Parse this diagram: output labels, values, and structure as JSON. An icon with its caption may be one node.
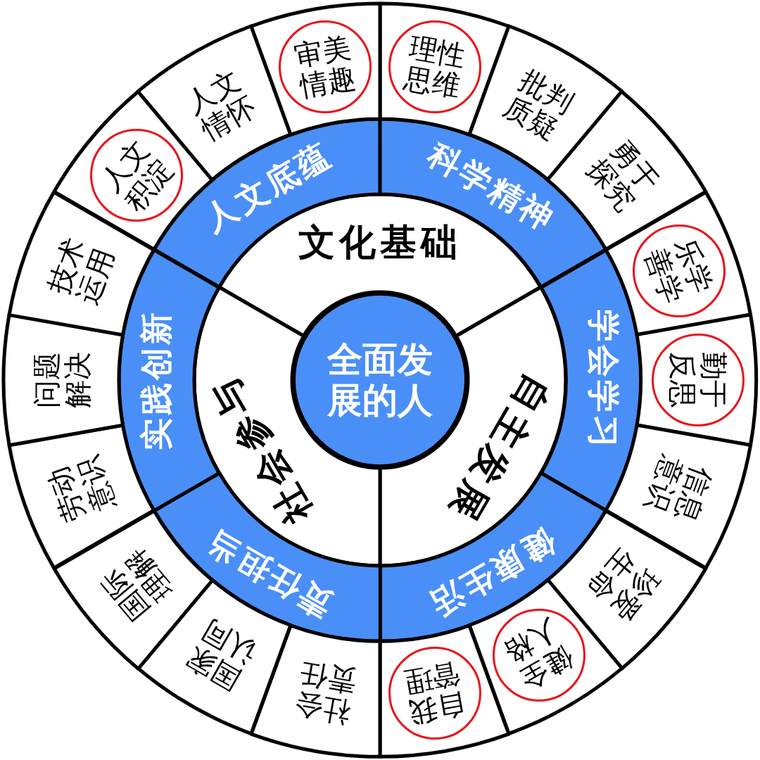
{
  "diagram": {
    "nodes": [
      {
        "text": [
          "全面发展的人"
        ]
      },
      {
        "text": [
          "文化基础"
        ]
      },
      {
        "text": [
          "自主发展"
        ]
      },
      {
        "text": [
          "社会参与"
        ]
      },
      {
        "text": [
          "人文底蕴"
        ]
      },
      {
        "text": [
          "科学精神"
        ]
      },
      {
        "text": [
          "学会学习"
        ]
      },
      {
        "text": [
          "健康生活"
        ]
      },
      {
        "text": [
          "责任担当"
        ]
      },
      {
        "text": [
          "实践创新"
        ]
      },
      {
        "text": [],
        "shape": "sector"
      },
      {
        "text": [
          "理性思维"
        ],
        "in": 10
      },
      {
        "text": [
          "批判质疑"
        ]
      },
      {
        "text": [
          "勇于探究"
        ]
      },
      {
        "text": [],
        "shape": "sector"
      },
      {
        "text": [
          "乐学善学"
        ],
        "in": 14
      },
      {
        "text": [],
        "shape": "sector"
      },
      {
        "text": [
          "勤于反思"
        ],
        "in": 16
      },
      {
        "text": [
          "信息意识"
        ]
      },
      {
        "text": [
          "珍爱生命"
        ]
      },
      {
        "text": [],
        "shape": "sector"
      },
      {
        "text": [
          "健全人格"
        ],
        "in": 20
      },
      {
        "text": [],
        "shape": "sector"
      },
      {
        "text": [
          "自我管理"
        ],
        "in": 22
      },
      {
        "text": [
          "社会责任"
        ]
      },
      {
        "text": [
          "国家认同"
        ]
      },
      {
        "text": [
          "国际理解"
        ]
      },
      {
        "text": [
          "劳动意识"
        ]
      },
      {
        "text": [
          "问题解决"
        ]
      },
      {
        "text": [
          "技术运用"
        ]
      },
      {
        "text": [],
        "shape": "sector"
      },
      {
        "text": [
          "人文积淀"
        ],
        "in": 30
      },
      {
        "text": [
          "人文情怀"
        ]
      },
      {
        "text": [],
        "shape": "sector"
      },
      {
        "text": [
          "审美情趣"
        ],
        "in": 33
      }
    ],
    "edges": []
  }
}
